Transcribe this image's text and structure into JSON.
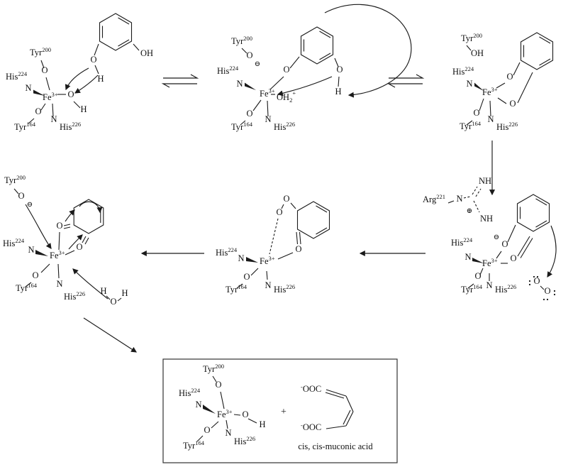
{
  "diagram": {
    "kind": "enzyme reaction mechanism (intradiol catechol dioxygenase catalytic cycle)"
  },
  "text": {
    "his": "His",
    "tyr": "Tyr",
    "arg": "Arg",
    "s224": "224",
    "s226": "226",
    "s164": "164",
    "s200": "200",
    "s221": "221",
    "fe": "Fe",
    "fe_ox": "3+",
    "N": "N",
    "O": "O",
    "H": "H",
    "OH": "OH",
    "aqua_O": "OH",
    "aqua_sub": "2",
    "aqua_plus": "+",
    "NH": "NH",
    "neg_circle": "⊖",
    "pos_circle": "⊕",
    "plus": "+",
    "neg": "-",
    "OOC": "OOC",
    "muconic": "cis, cis-muconic acid"
  }
}
